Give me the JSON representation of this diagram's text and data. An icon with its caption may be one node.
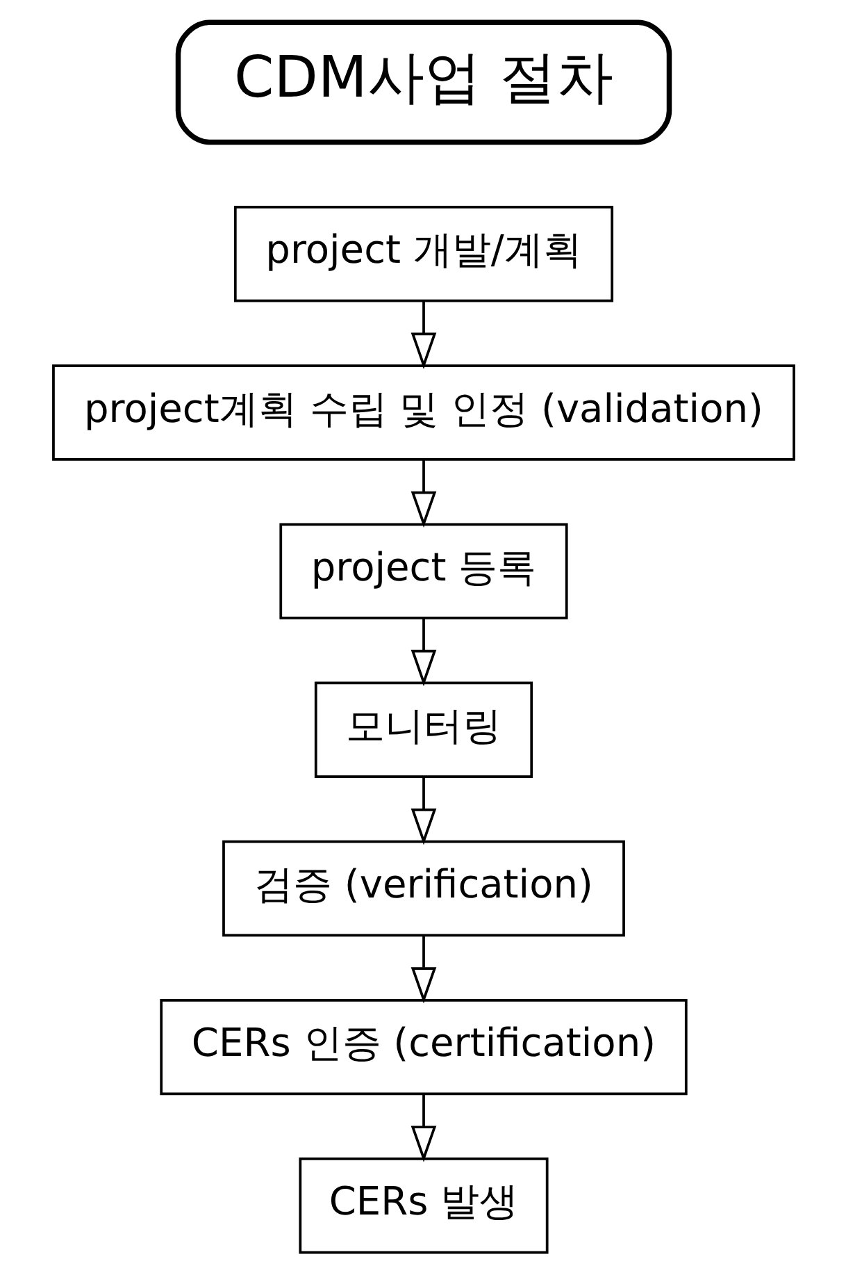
{
  "diagram": {
    "nodes": [
      {
        "text": [
          "CDM사업 절차"
        ]
      },
      {
        "text": [
          "project 개발/계획"
        ]
      },
      {
        "text": [
          "project계획 수립 및 인정 (validation)"
        ]
      },
      {
        "text": [
          "project 등록"
        ]
      },
      {
        "text": [
          "모니터링"
        ]
      },
      {
        "text": [
          "검증 (verification)"
        ]
      },
      {
        "text": [
          "CERs 인증 (certification)"
        ]
      },
      {
        "text": [
          "CERs 발생"
        ]
      }
    ],
    "edges": [
      {
        "from": 1,
        "to": 2,
        "arrow": "to"
      },
      {
        "from": 2,
        "to": 3,
        "arrow": "to"
      },
      {
        "from": 3,
        "to": 4,
        "arrow": "to"
      },
      {
        "from": 4,
        "to": 5,
        "arrow": "to"
      },
      {
        "from": 5,
        "to": 6,
        "arrow": "to"
      },
      {
        "from": 6,
        "to": 7,
        "arrow": "to"
      }
    ]
  }
}
